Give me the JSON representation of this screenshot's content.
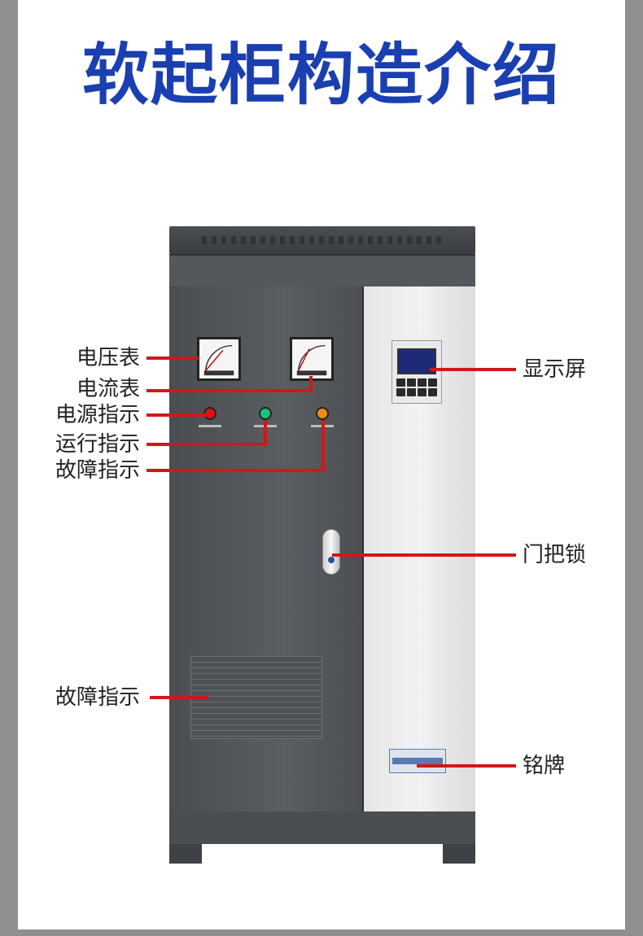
{
  "title": "软起柜构造介绍",
  "labels": {
    "voltmeter": "电压表",
    "ammeter": "电流表",
    "power_indicator": "电源指示",
    "run_indicator": "运行指示",
    "fault_indicator": "故障指示",
    "warning_label": "故障指示",
    "display_screen": "显示屏",
    "door_lock": "门把锁",
    "nameplate": "铭牌"
  },
  "colors": {
    "title": "#1a3fb0",
    "leader_line": "#d01818",
    "lamp_power": "#e01010",
    "lamp_run": "#18c27a",
    "lamp_fault": "#f08a10"
  }
}
